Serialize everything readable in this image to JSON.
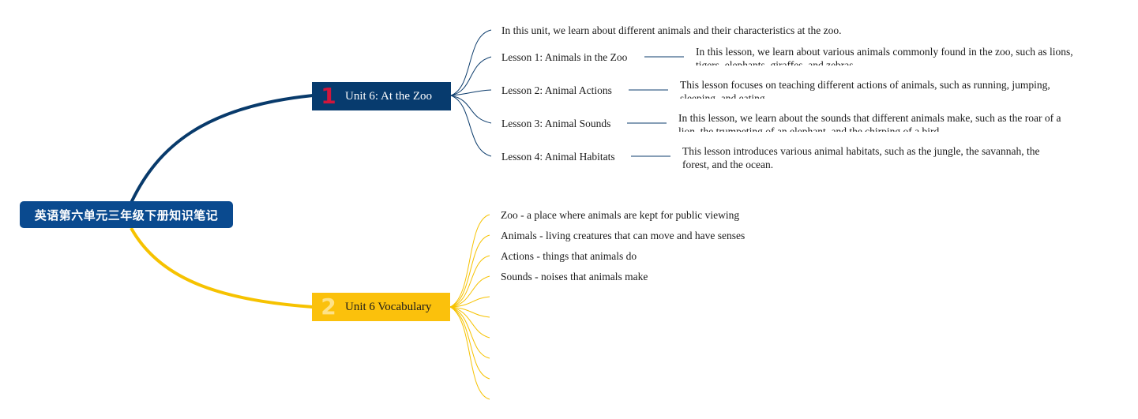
{
  "root": {
    "title": "英语第六单元三年级下册知识笔记"
  },
  "branches": [
    {
      "number": "1",
      "title": "Unit 6: At the Zoo"
    },
    {
      "number": "2",
      "title": "Unit 6 Vocabulary"
    }
  ],
  "unit_overview": "In this unit, we learn about different animals and their characteristics at the zoo.",
  "lessons": [
    {
      "title": "Lesson 1: Animals in the Zoo",
      "description": "In this lesson, we learn about various animals commonly found in the zoo, such as lions, tigers, elephants, giraffes, and zebras."
    },
    {
      "title": "Lesson 2: Animal Actions",
      "description": "This lesson focuses on teaching different actions of animals, such as running, jumping, sleeping, and eating."
    },
    {
      "title": "Lesson 3: Animal Sounds",
      "description": "In this lesson, we learn about the sounds that different animals make, such as the roar of a lion, the trumpeting of an elephant, and the chirping of a bird."
    },
    {
      "title": "Lesson 4: Animal Habitats",
      "description": "This lesson introduces various animal habitats, such as the jungle, the savannah, the forest, and the ocean."
    }
  ],
  "vocabulary": [
    "Zoo - a place where animals are kept for public viewing",
    "Animals - living creatures that can move and have senses",
    "Actions - things that animals do",
    "Sounds - noises that animals make"
  ],
  "colors": {
    "root": "#0a4a8f",
    "branch_1": "#073b6e",
    "branch_1_number": "#d1163c",
    "branch_2": "#fbc10c",
    "link_blue": "#0c3c6c",
    "link_yellow": "#f6c200"
  }
}
